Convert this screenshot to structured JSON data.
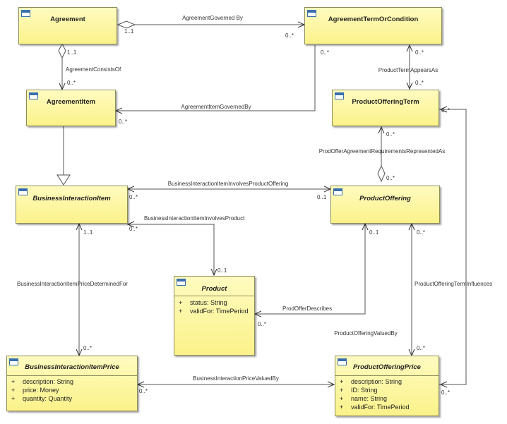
{
  "classes": {
    "agreement": {
      "name": "Agreement"
    },
    "agreement_term_or_condition": {
      "name": "AgreementTermOrCondition"
    },
    "agreement_item": {
      "name": "AgreementItem"
    },
    "product_offering_term": {
      "name": "ProductOfferingTerm"
    },
    "business_interaction_item": {
      "name": "BusinessInteractionItem"
    },
    "product_offering": {
      "name": "ProductOffering"
    },
    "product": {
      "name": "Product",
      "attributes": [
        {
          "vis": "+",
          "text": "status: String"
        },
        {
          "vis": "+",
          "text": "validFor: TimePeriod"
        }
      ]
    },
    "business_interaction_item_price": {
      "name": "BusinessInteractionItemPrice",
      "attributes": [
        {
          "vis": "+",
          "text": "description: String"
        },
        {
          "vis": "+",
          "text": "price: Money"
        },
        {
          "vis": "+",
          "text": "quantity: Quantity"
        }
      ]
    },
    "product_offering_price": {
      "name": "ProductOfferingPrice",
      "attributes": [
        {
          "vis": "+",
          "text": "description: String"
        },
        {
          "vis": "+",
          "text": "ID: String"
        },
        {
          "vis": "+",
          "text": "name: String"
        },
        {
          "vis": "+",
          "text": "validFor: TimePeriod"
        }
      ]
    }
  },
  "associations": {
    "agreement_governed_by": "AgreementGoverned By",
    "agreement_consists_of": "AgreementConsistsOf",
    "agreement_item_governed_by": "AgreementItemGovernedBy",
    "product_term_appears_as": "ProductTermAppearsAs",
    "prod_offer_agreement_requirements": "ProdOfferAgreementRequirementsRepresentedAs",
    "bii_involves_product_offering": "BusinessInteractionItemInvolvesProductOffering",
    "bii_involves_product": "BusinessInteractionItemInvolvesProduct",
    "bii_price_determined_for": "BusinessInteractionItemPriceDeterminedFor",
    "prod_offer_describes": "ProdOfferDescribes",
    "product_offering_valued_by": "ProductOfferingValuedBy",
    "product_offering_term_influences": "ProductOfferingTermInfluences",
    "business_interaction_price_valued_by": "BusinessInteractionPriceValuedBy"
  },
  "multiplicities": {
    "one_one": "1..1",
    "zero_one": "0..1",
    "zero_many": "0..*"
  }
}
